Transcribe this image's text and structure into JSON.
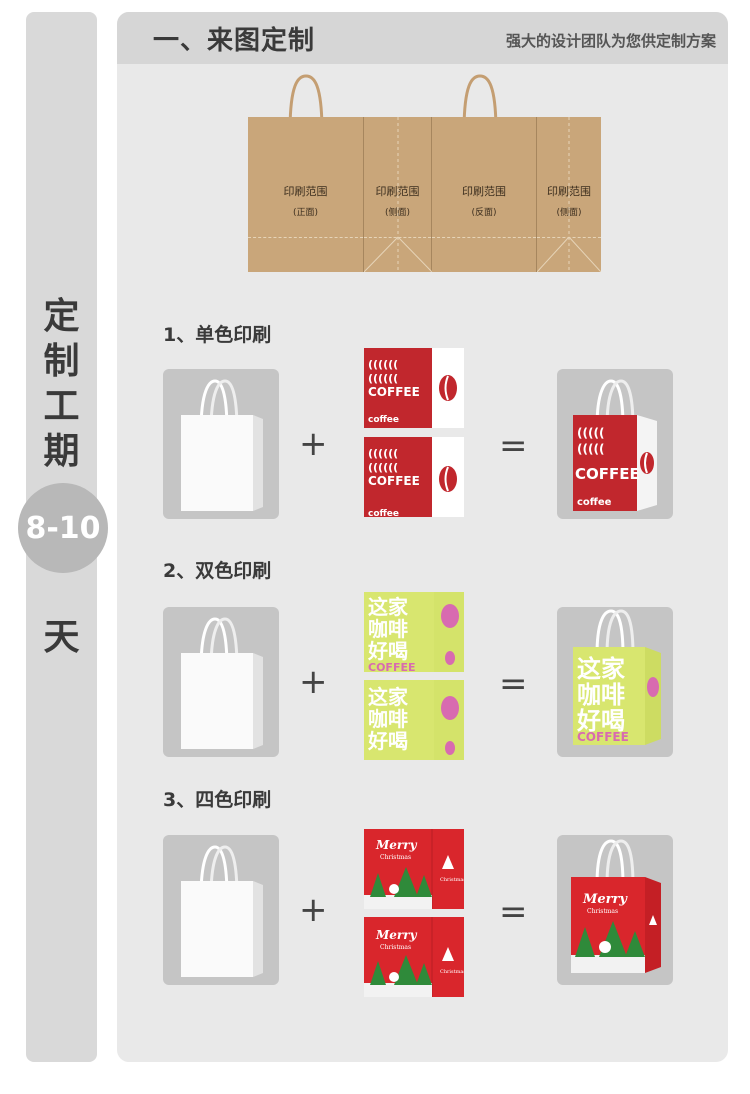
{
  "sidebar": {
    "title_chars": [
      "定",
      "制",
      "工",
      "期"
    ],
    "days": "8-10",
    "day_unit": "天"
  },
  "header": {
    "title": "一、来图定制",
    "subtitle": "强大的设计团队为您供定制方案"
  },
  "kraft_layout": {
    "panels": [
      {
        "label": "印刷范围",
        "sub": "(正面)"
      },
      {
        "label": "印刷范围",
        "sub": "(侧面)"
      },
      {
        "label": "印刷范围",
        "sub": "(反面)"
      },
      {
        "label": "印刷范围",
        "sub": "(侧面)"
      }
    ]
  },
  "sections": [
    {
      "label": "1、单色印刷",
      "artwork_text": [
        "COFFEE",
        "coffee"
      ]
    },
    {
      "label": "2、双色印刷",
      "artwork_text": [
        "这家",
        "咖啡",
        "好喝",
        "COFFEE"
      ]
    },
    {
      "label": "3、四色印刷",
      "artwork_text": [
        "Merry",
        "Christmas"
      ]
    }
  ],
  "operators": {
    "plus": "+",
    "equals": "="
  },
  "colors": {
    "side_bg": "#d9d9d9",
    "panel_bg": "#e9e9e9",
    "header_bg": "#d6d6d6",
    "kraft": "#c9a67a",
    "coffee_red": "#c1272d",
    "lime": "#d8e66f",
    "lime_accent": "#d86bb0",
    "xmas_red": "#d9262c"
  }
}
